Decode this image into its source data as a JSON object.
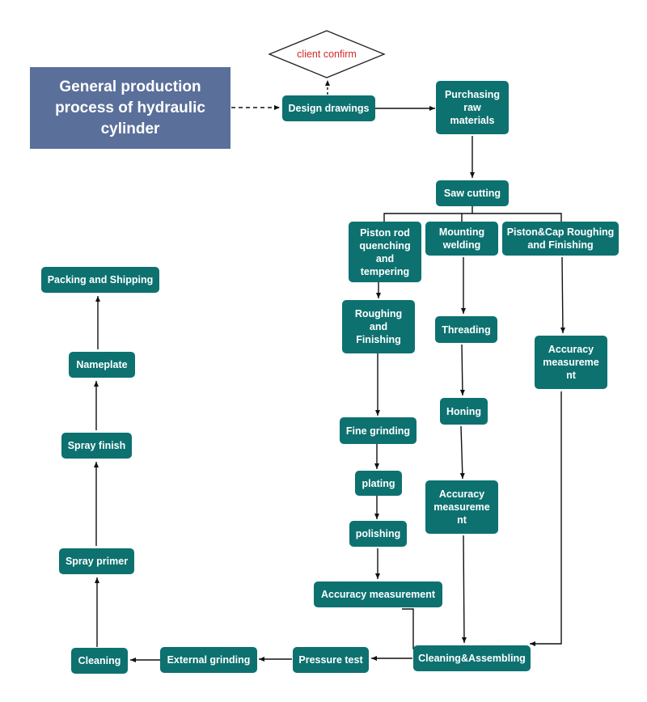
{
  "title": "General production\nprocess of hydraulic\ncylinder",
  "colors": {
    "node": "#0d7170",
    "title_box": "#5a6f9a",
    "decision_text": "#d22a2a",
    "line": "#111111"
  },
  "decision": {
    "label": "client confirm"
  },
  "nodes": {
    "design_drawings": "Design drawings",
    "purchasing": "Purchasing\nraw\nmaterials",
    "saw_cutting": "Saw cutting",
    "piston_rod": "Piston rod\nquenching\nand\ntempering",
    "mounting_welding": "Mounting\nwelding",
    "piston_cap": "Piston&Cap Roughing\nand Finishing",
    "roughing_finishing": "Roughing\nand\nFinishing",
    "threading": "Threading",
    "accuracy_right": "Accuracy\nmeasureme\nnt",
    "fine_grinding": "Fine grinding",
    "honing": "Honing",
    "plating": "plating",
    "accuracy_middle": "Accuracy\nmeasureme\nnt",
    "polishing": "polishing",
    "accuracy_left": "Accuracy measurement",
    "cleaning_assembling": "Cleaning&Assembling",
    "pressure_test": "Pressure test",
    "external_grinding": "External grinding",
    "cleaning": "Cleaning",
    "spray_primer": "Spray primer",
    "spray_finish": "Spray finish",
    "nameplate": "Nameplate",
    "packing_shipping": "Packing and Shipping"
  }
}
